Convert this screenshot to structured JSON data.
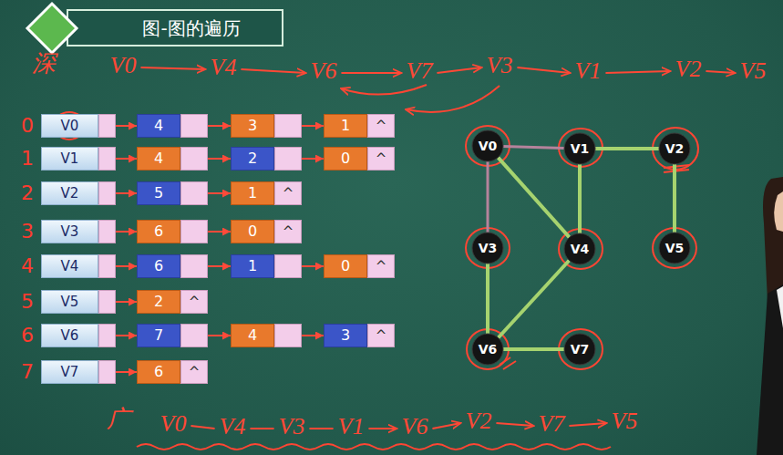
{
  "diagram": {
    "title": "图-图的遍历",
    "nodes": [
      {
        "text": [
          "V0"
        ]
      },
      {
        "text": [
          "4"
        ]
      },
      {
        "text": [
          "3"
        ]
      },
      {
        "text": [
          "1",
          "^"
        ]
      },
      {
        "text": [
          "V1"
        ]
      },
      {
        "text": [
          "4"
        ]
      },
      {
        "text": [
          "2"
        ]
      },
      {
        "text": [
          "0",
          "^"
        ]
      },
      {
        "text": [
          "V2"
        ]
      },
      {
        "text": [
          "5"
        ]
      },
      {
        "text": [
          "1",
          "^"
        ]
      },
      {
        "text": [
          "V3"
        ]
      },
      {
        "text": [
          "6"
        ]
      },
      {
        "text": [
          "0",
          "^"
        ]
      },
      {
        "text": [
          "V4"
        ]
      },
      {
        "text": [
          "6"
        ]
      },
      {
        "text": [
          "1"
        ]
      },
      {
        "text": [
          "0",
          "^"
        ]
      },
      {
        "text": [
          "V5"
        ]
      },
      {
        "text": [
          "2",
          "^"
        ]
      },
      {
        "text": [
          "V6"
        ]
      },
      {
        "text": [
          "7"
        ]
      },
      {
        "text": [
          "4"
        ]
      },
      {
        "text": [
          "3",
          "^"
        ]
      },
      {
        "text": [
          "V7"
        ]
      },
      {
        "text": [
          "6",
          "^"
        ]
      },
      {
        "text": [
          "V0"
        ]
      },
      {
        "text": [
          "V1"
        ]
      },
      {
        "text": [
          "V2"
        ]
      },
      {
        "text": [
          "V3"
        ]
      },
      {
        "text": [
          "V4"
        ]
      },
      {
        "text": [
          "V5"
        ]
      },
      {
        "text": [
          "V6"
        ]
      },
      {
        "text": [
          "V7"
        ]
      }
    ],
    "edges": [
      {
        "from": 0,
        "to": 1,
        "arrow": "to"
      },
      {
        "from": 1,
        "to": 2,
        "arrow": "to"
      },
      {
        "from": 2,
        "to": 3,
        "arrow": "to"
      },
      {
        "from": 4,
        "to": 5,
        "arrow": "to"
      },
      {
        "from": 5,
        "to": 6,
        "arrow": "to"
      },
      {
        "from": 6,
        "to": 7,
        "arrow": "to"
      },
      {
        "from": 8,
        "to": 9,
        "arrow": "to"
      },
      {
        "from": 9,
        "to": 10,
        "arrow": "to"
      },
      {
        "from": 11,
        "to": 12,
        "arrow": "to"
      },
      {
        "from": 12,
        "to": 13,
        "arrow": "to"
      },
      {
        "from": 14,
        "to": 15,
        "arrow": "to"
      },
      {
        "from": 15,
        "to": 16,
        "arrow": "to"
      },
      {
        "from": 16,
        "to": 17,
        "arrow": "to"
      },
      {
        "from": 18,
        "to": 19,
        "arrow": "to"
      },
      {
        "from": 20,
        "to": 21,
        "arrow": "to"
      },
      {
        "from": 21,
        "to": 22,
        "arrow": "to"
      },
      {
        "from": 22,
        "to": 23,
        "arrow": "to"
      },
      {
        "from": 24,
        "to": 25,
        "arrow": "to"
      },
      {
        "from": 26,
        "to": 27,
        "arrow": "none"
      },
      {
        "from": 26,
        "to": 29,
        "arrow": "none"
      },
      {
        "from": 26,
        "to": 30,
        "arrow": "none"
      },
      {
        "from": 27,
        "to": 30,
        "arrow": "none"
      },
      {
        "from": 27,
        "to": 28,
        "arrow": "none"
      },
      {
        "from": 28,
        "to": 31,
        "arrow": "none"
      },
      {
        "from": 29,
        "to": 32,
        "arrow": "none"
      },
      {
        "from": 30,
        "to": 32,
        "arrow": "none"
      },
      {
        "from": 32,
        "to": 33,
        "arrow": "none"
      }
    ],
    "labels": [
      "0",
      "1",
      "2",
      "3",
      "4",
      "5",
      "6",
      "7",
      "深",
      "V0",
      "V4",
      "V6",
      "V7",
      "V3",
      "V1",
      "V2",
      "V5",
      "广",
      "V0",
      "V4",
      "V3",
      "V1",
      "V6",
      "V2",
      "V7",
      "V5"
    ]
  }
}
